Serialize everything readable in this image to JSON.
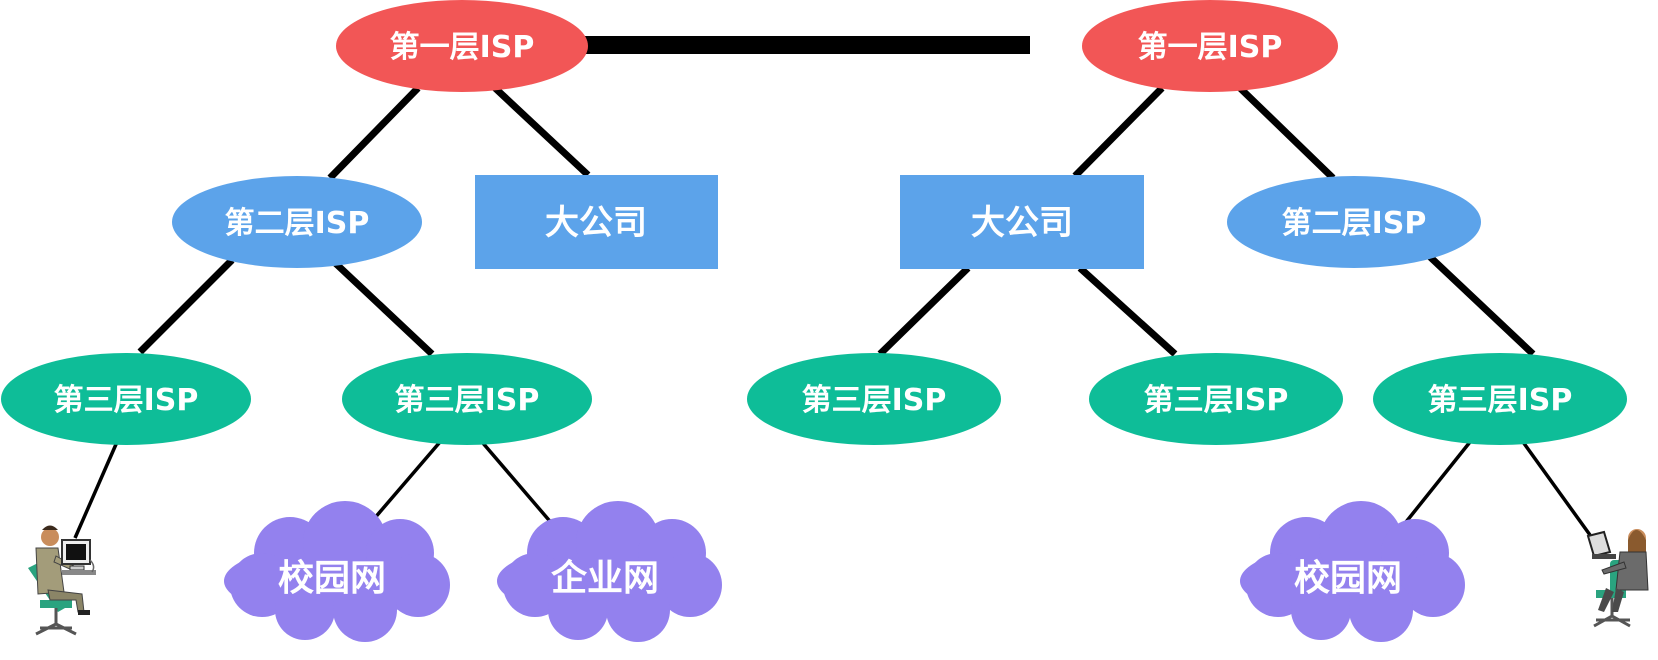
{
  "colors": {
    "tier1": "#f25656",
    "tier2": "#5ca3ea",
    "tier3": "#0ebd98",
    "company": "#5ca3ea",
    "cloud": "#9381ee",
    "link": "#000000"
  },
  "nodes": {
    "tier1_left": "第一层ISP",
    "tier1_right": "第一层ISP",
    "tier2_left": "第二层ISP",
    "tier2_right": "第二层ISP",
    "company_left": "大公司",
    "company_right": "大公司",
    "tier3_1": "第三层ISP",
    "tier3_2": "第三层ISP",
    "tier3_3": "第三层ISP",
    "tier3_4": "第三层ISP",
    "tier3_5": "第三层ISP",
    "campus_left": "校园网",
    "enterprise": "企业网",
    "campus_right": "校园网"
  },
  "icons": {
    "user_left": "desktop-user-icon",
    "user_right": "laptop-user-icon"
  }
}
